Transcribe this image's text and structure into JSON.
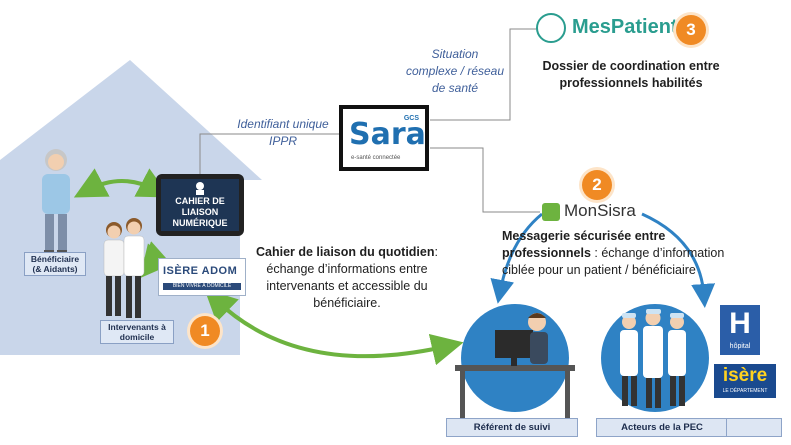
{
  "house": {
    "beneficiary_label": "Bénéficiaire\n(& Aidants)",
    "carers_label": "Intervenants à domicile",
    "tablet_text": "CAHIER DE LIAISON NUMÉRIQUE",
    "isere_adom_logo": "ISÈRE ADOM",
    "isere_adom_tagline": "BIEN VIVRE À DOMICILE"
  },
  "sara": {
    "logo_text": "Sara",
    "gcs": "GCS",
    "tagline": "e-santé connectée",
    "caption": "Identifiant unique IPPR"
  },
  "mespatients": {
    "logo": "MesPatients",
    "badge": "3",
    "caption": "Situation complexe / réseau de santé",
    "title": "Dossier de coordination entre professionnels habilités"
  },
  "monsisra": {
    "logo": "MonSisra",
    "badge": "2",
    "title_bold": "Messagerie sécurisée entre professionnels",
    "title_rest": " : échange d’information ciblée pour un patient / bénéficiaire"
  },
  "cahier": {
    "badge": "1",
    "title_bold": "Cahier de liaison du quotidien",
    "title_rest": ": échange d’informations entre intervenants et accessible du bénéficiaire."
  },
  "referent": {
    "label": "Référent de suivi"
  },
  "acteurs": {
    "label": "Acteurs de la PEC",
    "hospital_letter": "H",
    "hospital_word": "hôpital",
    "isere_logo": "isère",
    "isere_sub": "LE DÉPARTEMENT"
  },
  "colors": {
    "house": "#c9d6ea",
    "green_arrow": "#6db33f",
    "blue_arrow": "#2f82c4",
    "orange_badge": "#f08a24",
    "line_gray": "#8a8a8a"
  }
}
